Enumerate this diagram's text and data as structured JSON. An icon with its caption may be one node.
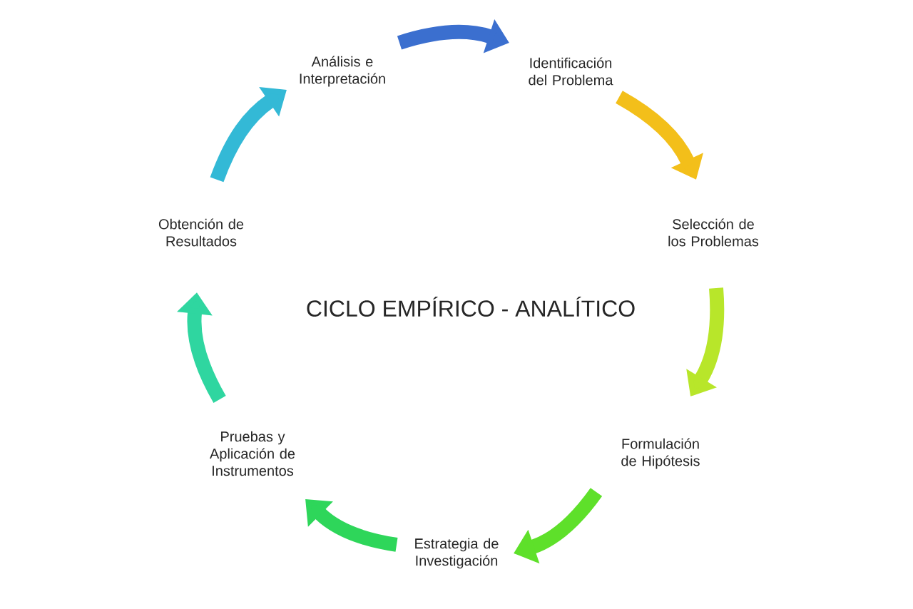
{
  "diagram": {
    "title": "CICLO EMPÍRICO - ANALÍTICO",
    "nodes": [
      {
        "text": [
          "Análisis e Interpretación"
        ]
      },
      {
        "text": [
          "Identificación del Problema"
        ]
      },
      {
        "text": [
          "Selección de los Problemas"
        ]
      },
      {
        "text": [
          "Formulación de Hipótesis"
        ]
      },
      {
        "text": [
          "Estrategia de Investigación"
        ]
      },
      {
        "text": [
          "Pruebas y Aplicación de Instrumentos"
        ]
      },
      {
        "text": [
          "Obtención de Resultados"
        ]
      }
    ],
    "edges": [
      {
        "from": 0,
        "to": 1,
        "arrow": "to",
        "color": "#3b6fcf"
      },
      {
        "from": 1,
        "to": 2,
        "arrow": "to",
        "color": "#f3bf1a"
      },
      {
        "from": 2,
        "to": 3,
        "arrow": "to",
        "color": "#b8e62a"
      },
      {
        "from": 3,
        "to": 4,
        "arrow": "to",
        "color": "#5ee02a"
      },
      {
        "from": 4,
        "to": 5,
        "arrow": "to",
        "color": "#2ed65a"
      },
      {
        "from": 5,
        "to": 6,
        "arrow": "to",
        "color": "#2fd6a0"
      },
      {
        "from": 6,
        "to": 0,
        "arrow": "to",
        "color": "#33b9d6"
      }
    ]
  }
}
